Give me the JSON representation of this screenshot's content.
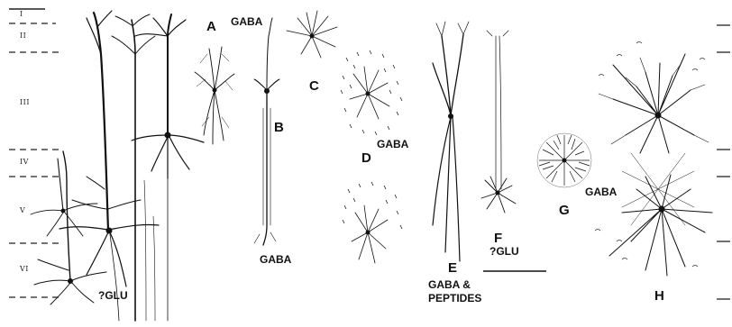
{
  "layers": [
    "I",
    "II",
    "III",
    "IV",
    "V",
    "VI"
  ],
  "cell_labels": {
    "A": "A",
    "B": "B",
    "C": "C",
    "D": "D",
    "E": "E",
    "F": "F",
    "G": "G",
    "H": "H"
  },
  "transmitter_labels": {
    "pyramidal": "?GLU",
    "B_top": "GABA",
    "B_bottom": "GABA",
    "D": "GABA",
    "E_line1": "GABA &",
    "E_line2": "PEPTIDES",
    "F": "?GLU",
    "H": "GABA"
  }
}
